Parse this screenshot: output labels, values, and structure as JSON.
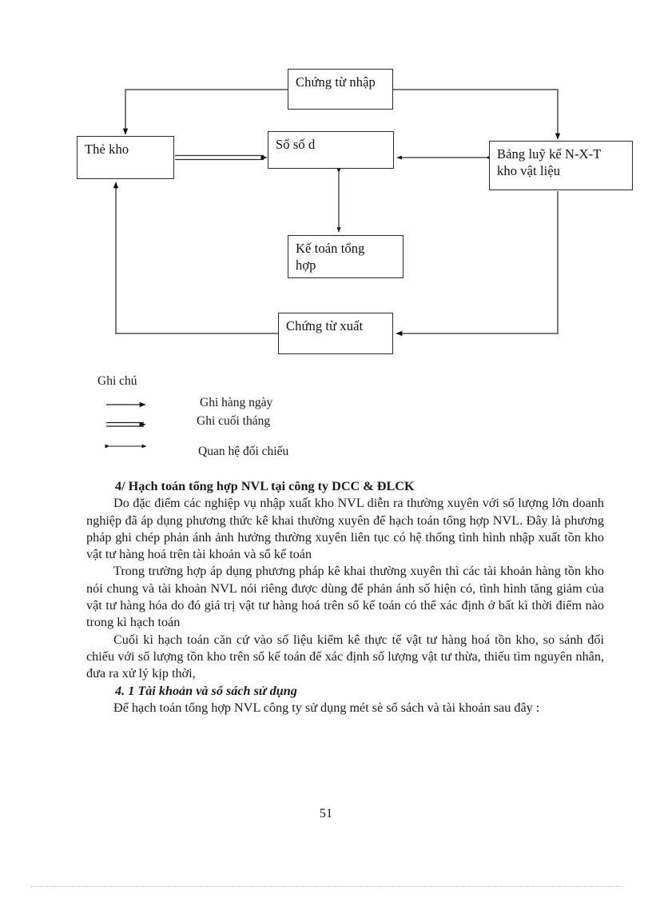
{
  "diagram": {
    "title": "So do hach toan chi tiet NVL",
    "nodes": [
      {
        "id": "chung-tu-nhap",
        "label": "Chứng từ nhập"
      },
      {
        "id": "the-kho",
        "label": "Thẻ kho"
      },
      {
        "id": "so-so-du",
        "label": "Sổ số d"
      },
      {
        "id": "bang-luy-ke",
        "label_line1": "Bảng luỹ kế N-X-T",
        "label_line2": "kho vật liệu"
      },
      {
        "id": "ke-toan-tong-hop",
        "label_line1": "Kế toán tổng",
        "label_line2": "hợp"
      },
      {
        "id": "chung-tu-xuat",
        "label": "Chứng từ xuất"
      }
    ]
  },
  "legend": {
    "title": "Ghi chú",
    "items": [
      {
        "arrow": "single-arrow",
        "label": "Ghi hàng ngày"
      },
      {
        "arrow": "double-arrow",
        "label": "Ghi cuối tháng"
      },
      {
        "arrow": "double-headed-arrow",
        "label": "Quan hệ đối chiếu"
      }
    ]
  },
  "body": {
    "heading_4": "4/  Hạch toán tổng hợp NVL tại công ty DCC & ĐLCK",
    "para_1": "Do đặc điểm các nghiệp vụ nhập xuất kho NVL diễn ra thường xuyên với số lượng lớn doanh nghiệp đã áp dụng phương thức kê khai thường xuyên để hạch toán tổng hợp NVL. Đây là phương pháp ghi chép phản ánh ảnh hưởng thường xuyên liên tục có hệ thống tình hình nhập xuất tồn kho vật tư hàng hoá trên tài khoản và sổ kế toán",
    "para_2": "Trong trường hợp áp dụng phương pháp kê khai thường xuyên thì các tài khoản hàng tồn kho nói chung và tài khoản NVL nói riêng được dùng để phản ánh số hiện có, tình hình tăng giảm của vật tư hàng hóa do đó giá trị vật tư hàng hoá trên sổ kế toán có thể xác định ở bất kì thời điểm nào trong kì hạch toán",
    "para_3": "Cuối kì hạch toán căn cứ vào số liệu kiểm kê thực tế vật tư hàng hoá tồn kho, so sánh đối chiếu với số lượng tồn kho trên sổ kế toán để xác định số lượng vật tư thừa, thiếu tìm nguyên nhân, đưa ra xử lý kịp thời,",
    "heading_4_1": "4. 1 Tài khoản và sổ sách sử dụng",
    "para_4": "Để hạch toán tổng hợp NVL công ty sử dụng mét sè sổ sách và tài khoản sau đây :"
  },
  "page_number": "51",
  "colors": {
    "ink": "#1a1a1a",
    "line": "#2b2b2b",
    "paper": "#ffffff",
    "footrule": "#c9c9c9"
  }
}
